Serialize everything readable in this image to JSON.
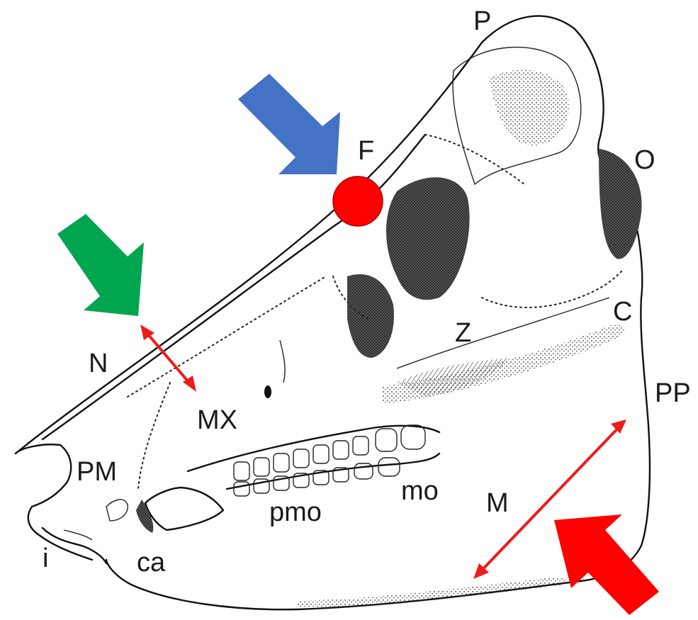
{
  "labels": {
    "P": "P",
    "F": "F",
    "O": "O",
    "N": "N",
    "MX": "MX",
    "Z": "Z",
    "C": "C",
    "PP": "PP",
    "PM": "PM",
    "M": "M",
    "mo": "mo",
    "pmo": "pmo",
    "ca": "ca",
    "i": "i"
  },
  "colors": {
    "blue_arrow": "#4472c4",
    "green_arrow": "#00a550",
    "red_marker": "#ff0000",
    "red_arrows": "#ee1c1c",
    "ink": "#111111"
  },
  "markers": {
    "blue_arrow_icon": "arrow-down-right",
    "green_arrow_icon": "arrow-down-right",
    "red_arrow_icon": "arrow-up-left",
    "red_dot_icon": "circle"
  }
}
